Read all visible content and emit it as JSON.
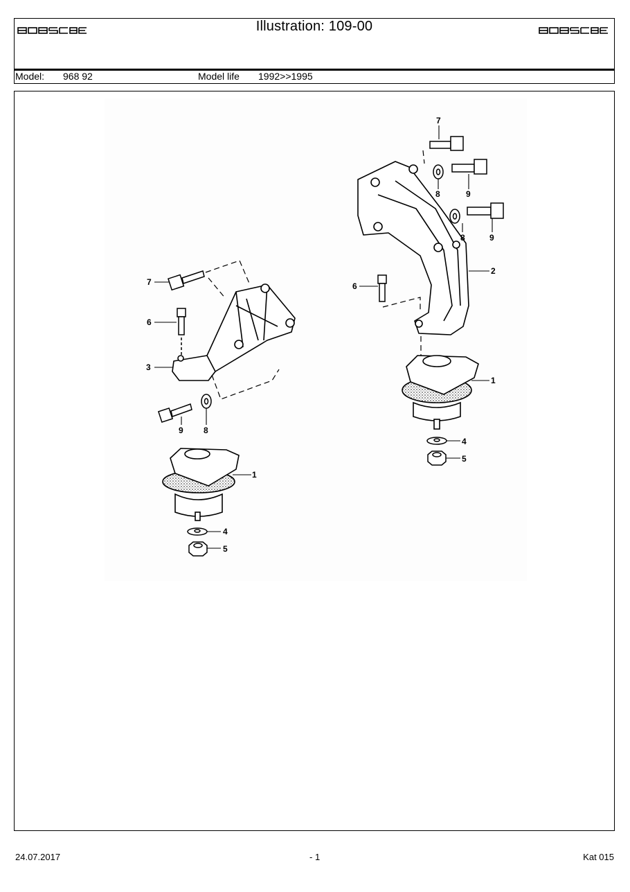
{
  "header": {
    "brand_left": "PORSCHE",
    "brand_right": "PORSCHE",
    "title": "Illustration: 109-00",
    "model_label": "Model:",
    "model_value": "968 92",
    "model_life_label": "Model life",
    "model_life_value": "1992>>1995"
  },
  "callouts": {
    "left_7": "7",
    "left_6": "6",
    "left_3": "3",
    "left_9": "9",
    "left_8": "8",
    "left_1": "1",
    "left_4": "4",
    "left_5": "5",
    "right_7": "7",
    "right_8a": "8",
    "right_9a": "9",
    "right_8b": "8",
    "right_9b": "9",
    "right_2": "2",
    "right_6": "6",
    "right_1": "1",
    "right_4": "4",
    "right_5": "5"
  },
  "footer": {
    "date": "24.07.2017",
    "page": "- 1",
    "catalog": "Kat 015"
  }
}
